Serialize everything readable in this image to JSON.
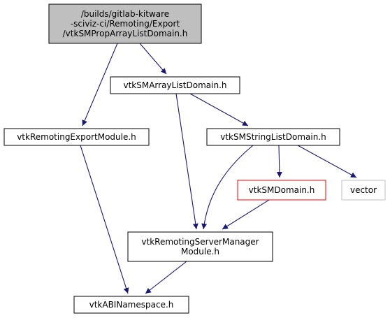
{
  "colors": {
    "edge": "#191970",
    "root_fill": "#bfbfbf",
    "node_border": "#000000",
    "red_border": "#ff0000",
    "gray_border": "#bfbfbf",
    "text": "#000000"
  },
  "nodes": {
    "root": {
      "lines": [
        "/builds/gitlab-kitware",
        "-sciviz-ci/Remoting/Export",
        "/vtkSMPropArrayListDomain.h"
      ],
      "style": "root"
    },
    "array": {
      "lines": [
        "vtkSMArrayListDomain.h"
      ],
      "style": "normal"
    },
    "export": {
      "lines": [
        "vtkRemotingExportModule.h"
      ],
      "style": "normal"
    },
    "string": {
      "lines": [
        "vtkSMStringListDomain.h"
      ],
      "style": "normal"
    },
    "domain": {
      "lines": [
        "vtkSMDomain.h"
      ],
      "style": "red"
    },
    "vector": {
      "lines": [
        "vector"
      ],
      "style": "gray"
    },
    "server": {
      "lines": [
        "vtkRemotingServerManager",
        "Module.h"
      ],
      "style": "normal"
    },
    "abi": {
      "lines": [
        "vtkABINamespace.h"
      ],
      "style": "normal"
    }
  },
  "edges": [
    [
      "root",
      "export"
    ],
    [
      "root",
      "array"
    ],
    [
      "array",
      "string"
    ],
    [
      "array",
      "server"
    ],
    [
      "export",
      "abi"
    ],
    [
      "string",
      "server"
    ],
    [
      "string",
      "domain"
    ],
    [
      "string",
      "vector"
    ],
    [
      "domain",
      "server"
    ],
    [
      "server",
      "abi"
    ]
  ]
}
